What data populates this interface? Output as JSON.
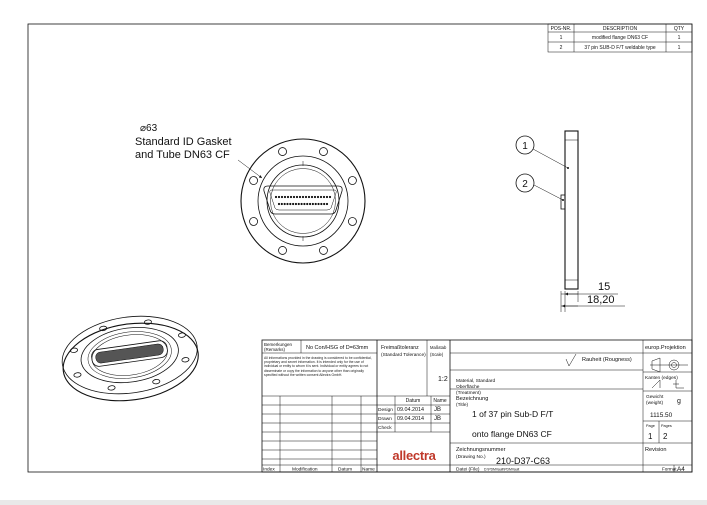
{
  "bom": {
    "headers": {
      "pos": "POS-NR.",
      "desc": "DESCRIPTION",
      "qty": "QTY"
    },
    "rows": [
      {
        "pos": "1",
        "desc": "modified flange DN63 CF",
        "qty": "1"
      },
      {
        "pos": "2",
        "desc": "37 pin SUB-D F/T weldable type",
        "qty": "1"
      }
    ]
  },
  "callout": {
    "diameter": "⌀63",
    "line1": "Standard ID Gasket",
    "line2": "and Tube DN63 CF"
  },
  "side_view": {
    "balloon1": "1",
    "balloon2": "2",
    "dim_15": "15",
    "dim_1820": "18,20"
  },
  "title_block": {
    "remarks_label": "Bemerkungen\n(Remarks)",
    "remarks_value": "No Con/HSG of D=63mm",
    "confidential": "All informations provided in the drawing is considered to be confidential, proprietary and secret information. It is intended only for the use of individual or entity to whom it is sent. Individual or entity agrees to not disseminate or copy the information to anyone other than originally specified without the written consent Allectra GmbH.",
    "tol_label": "Freimaßtoleranz",
    "tol_sub": "(Standard Tolerance)",
    "scale_label": "Maßstab",
    "scale_sub": "(Scale)",
    "scale_value": "1:2",
    "roughness": "Rauheit (Rougness)",
    "projection": "europ.Projektion",
    "edges": "Kanten (edges)",
    "material": "Material, Standard",
    "surface": "Oberfläche",
    "treatment": "(Treatment)",
    "bezeichnung": "Bezeichnung",
    "title_sub": "(Title)",
    "title1": "1 of 37 pin Sub-D F/T",
    "title2": "onto flange DN63 CF",
    "datum_h": "Datum",
    "name_h": "Name",
    "design_l": "Design",
    "design_date": "09.04.2014",
    "design_name": "JB",
    "drawn_l": "Drawn",
    "drawn_date": "09.04.2014",
    "drawn_name": "JB",
    "check_l": "Check",
    "weight_label": "Gewicht",
    "weight_sub": "(weight)",
    "weight_unit": "g",
    "weight_value": "1115.50",
    "page_l": "Page",
    "pages_l": "Pages",
    "page_v": "1",
    "pages_v": "2",
    "zeichnung": "Zeichnungsnummer",
    "drawing_no_sub": "(Drawing No.)",
    "drawing_no": "210-D37-C63",
    "revision": "Revision",
    "file_label": "Datei (File)",
    "file_value": "D:\\PDMVault\\PDMVault",
    "format_label": "Format",
    "format_value": "A4",
    "logo": "allectra",
    "rev_index": "Index",
    "rev_mod": "Modification",
    "rev_datum": "Datum",
    "rev_name": "Name"
  }
}
